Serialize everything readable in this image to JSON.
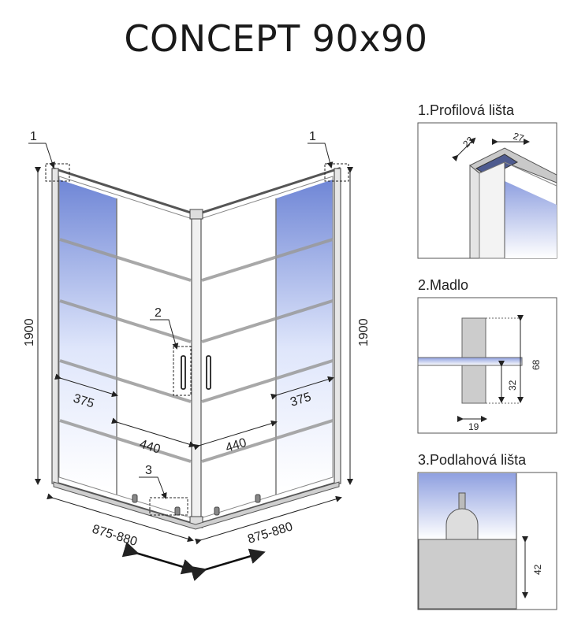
{
  "title": "CONCEPT 90x90",
  "callouts": {
    "top_left": "1",
    "top_right": "1",
    "handle": "2",
    "floor": "3"
  },
  "dimensions": {
    "height_left": "1900",
    "height_right": "1900",
    "fixed_left": "375",
    "fixed_right": "375",
    "door_left": "440",
    "door_right": "440",
    "base_left": "875-880",
    "base_right": "875-880"
  },
  "details": {
    "profile": {
      "title": "1.Profilová lišta",
      "dim_a": "23",
      "dim_b": "27"
    },
    "handle": {
      "title": "2.Madlo",
      "dim_height": "68",
      "dim_half": "32",
      "dim_width": "19"
    },
    "floor": {
      "title": "3.Podlahová lišta",
      "dim_height": "42"
    }
  },
  "colors": {
    "glass": "#7b8fd8",
    "frame": "#555555",
    "line": "#222222"
  }
}
